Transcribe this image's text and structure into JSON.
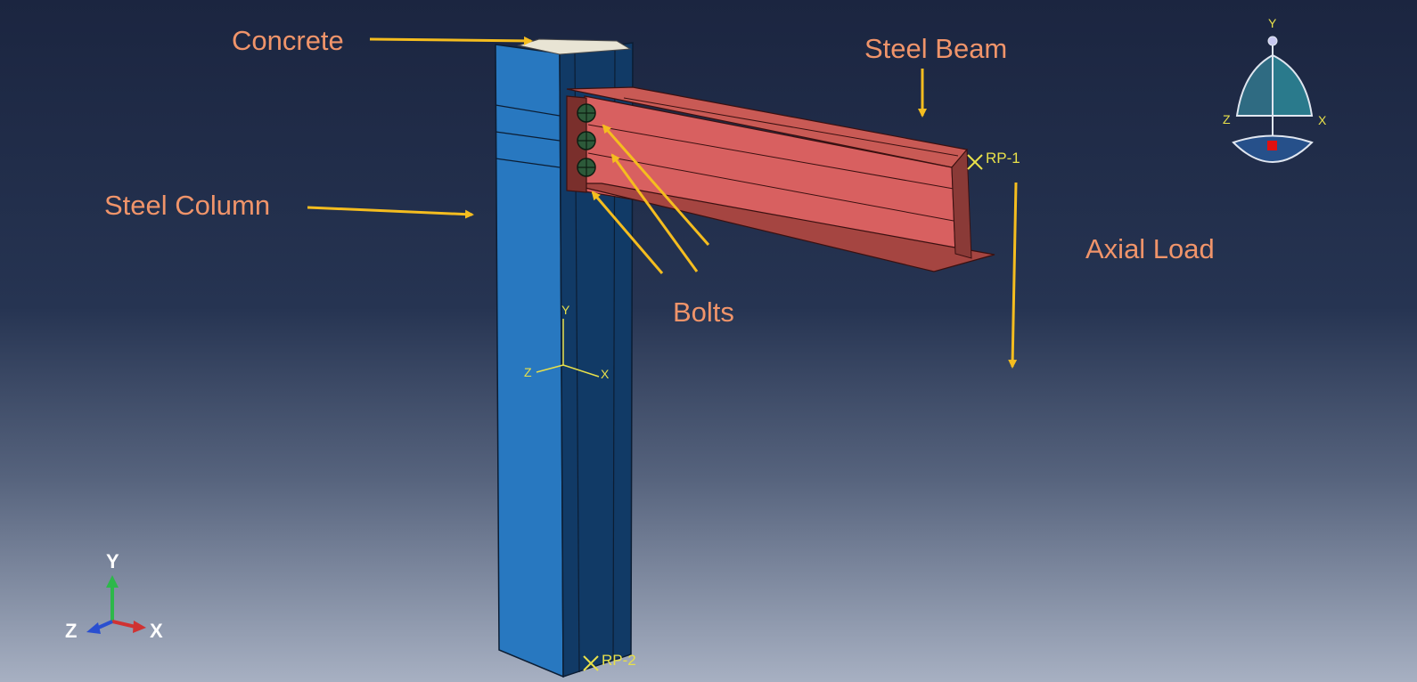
{
  "annotations": {
    "concrete": "Concrete",
    "steel_beam": "Steel Beam",
    "steel_column": "Steel Column",
    "bolts": "Bolts",
    "axial_load": "Axial Load"
  },
  "reference_points": {
    "rp1": "RP-1",
    "rp2": "RP-2"
  },
  "local_csys": {
    "x": "X",
    "y": "Y",
    "z": "Z"
  },
  "global_triad": {
    "x": "X",
    "y": "Y",
    "z": "Z"
  },
  "view_cube": {
    "x": "X",
    "y": "Y",
    "z": "Z"
  },
  "colors": {
    "column": "#2878c0",
    "column_dark": "#123a66",
    "beam": "#d86060",
    "beam_dark": "#9a3d3a",
    "concrete": "#e8e4d4",
    "arrow": "#f5bd1f",
    "label": "#f0946a",
    "marker": "#e8e04a"
  },
  "icons": [
    "rp-marker-icon",
    "bolt-icon",
    "view-cube-icon",
    "axis-triad-icon"
  ]
}
